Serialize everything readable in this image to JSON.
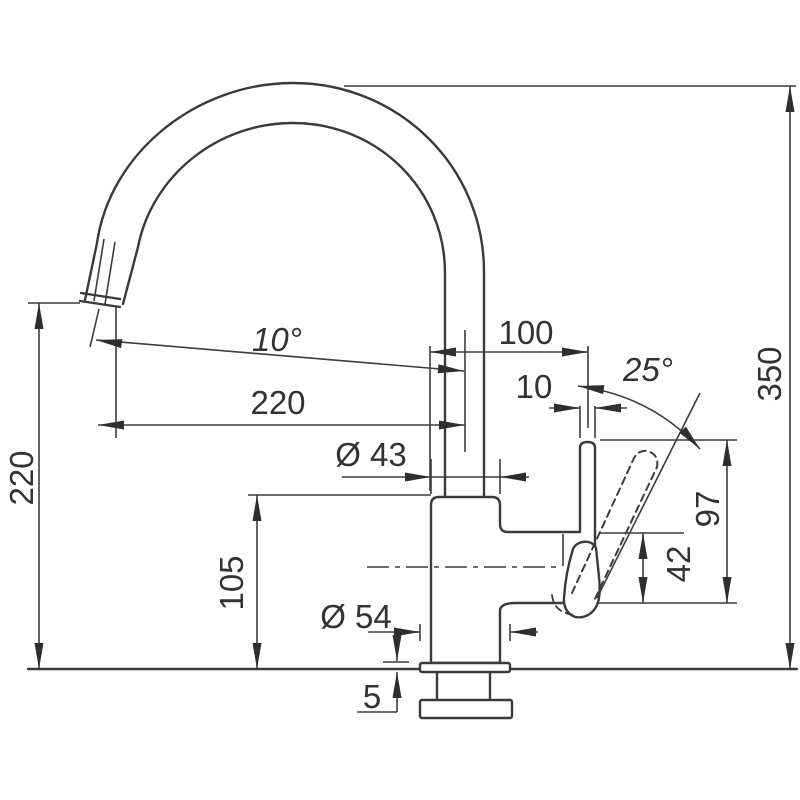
{
  "drawing": {
    "type": "faucet-dimension-diagram",
    "colors": {
      "line": "#3a3a3a",
      "background": "#ffffff"
    },
    "dimensions": {
      "overall_height": "350",
      "outlet_height": "220",
      "spout_reach": "220",
      "spout_offset": "100",
      "lever_width": "10",
      "lever_height": "97",
      "valve_housing_height": "42",
      "body_height": "105",
      "body_diameter": "Ø 43",
      "base_diameter": "Ø 54",
      "base_plate_height": "5",
      "spout_angle": "10°",
      "lever_angle": "25°"
    }
  }
}
